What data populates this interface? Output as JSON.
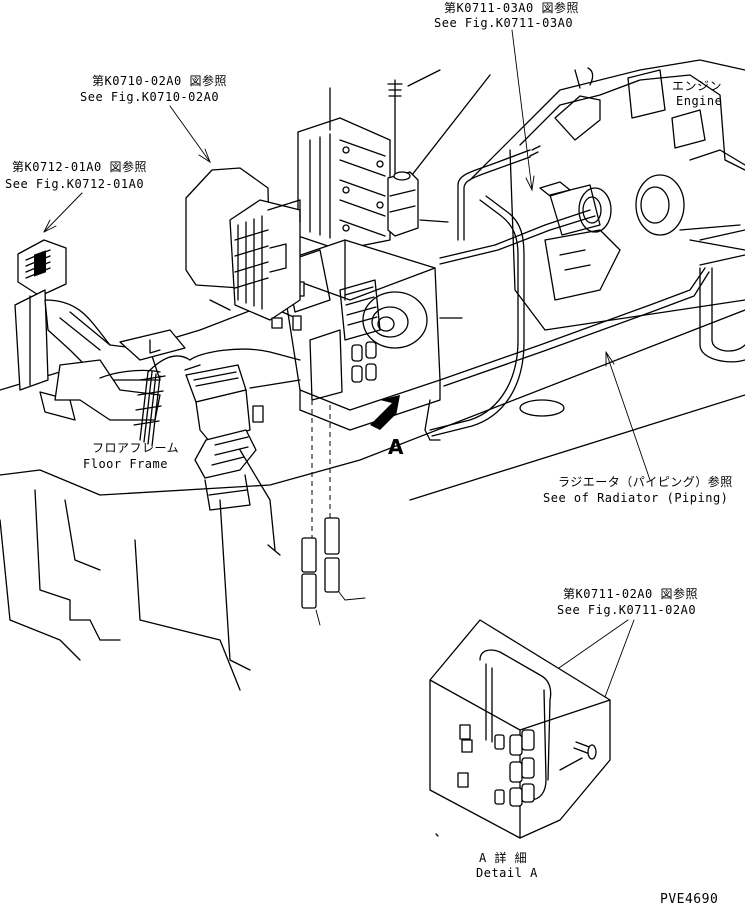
{
  "labels": {
    "fig_k0711_03a0_jp": "第K0711-03A0 図参照",
    "fig_k0711_03a0_en": "See Fig.K0711-03A0",
    "fig_k0710_02a0_jp": "第K0710-02A0 図参照",
    "fig_k0710_02a0_en": "See Fig.K0710-02A0",
    "fig_k0712_01a0_jp": "第K0712-01A0 図参照",
    "fig_k0712_01a0_en": "See Fig.K0712-01A0",
    "engine_jp": "エンジン",
    "engine_en": "Engine",
    "floor_frame_jp": "フロアフレーム",
    "floor_frame_en": "Floor Frame",
    "radiator_jp": "ラジエータ（パイピング）参照",
    "radiator_en": "See of Radiator (Piping)",
    "fig_k0711_02a0_jp": "第K0711-02A0 図参照",
    "fig_k0711_02a0_en": "See Fig.K0711-02A0",
    "view_marker": "A",
    "detail_jp": "A  詳 細",
    "detail_en": "Detail A",
    "drawing_no": "PVE4690"
  }
}
